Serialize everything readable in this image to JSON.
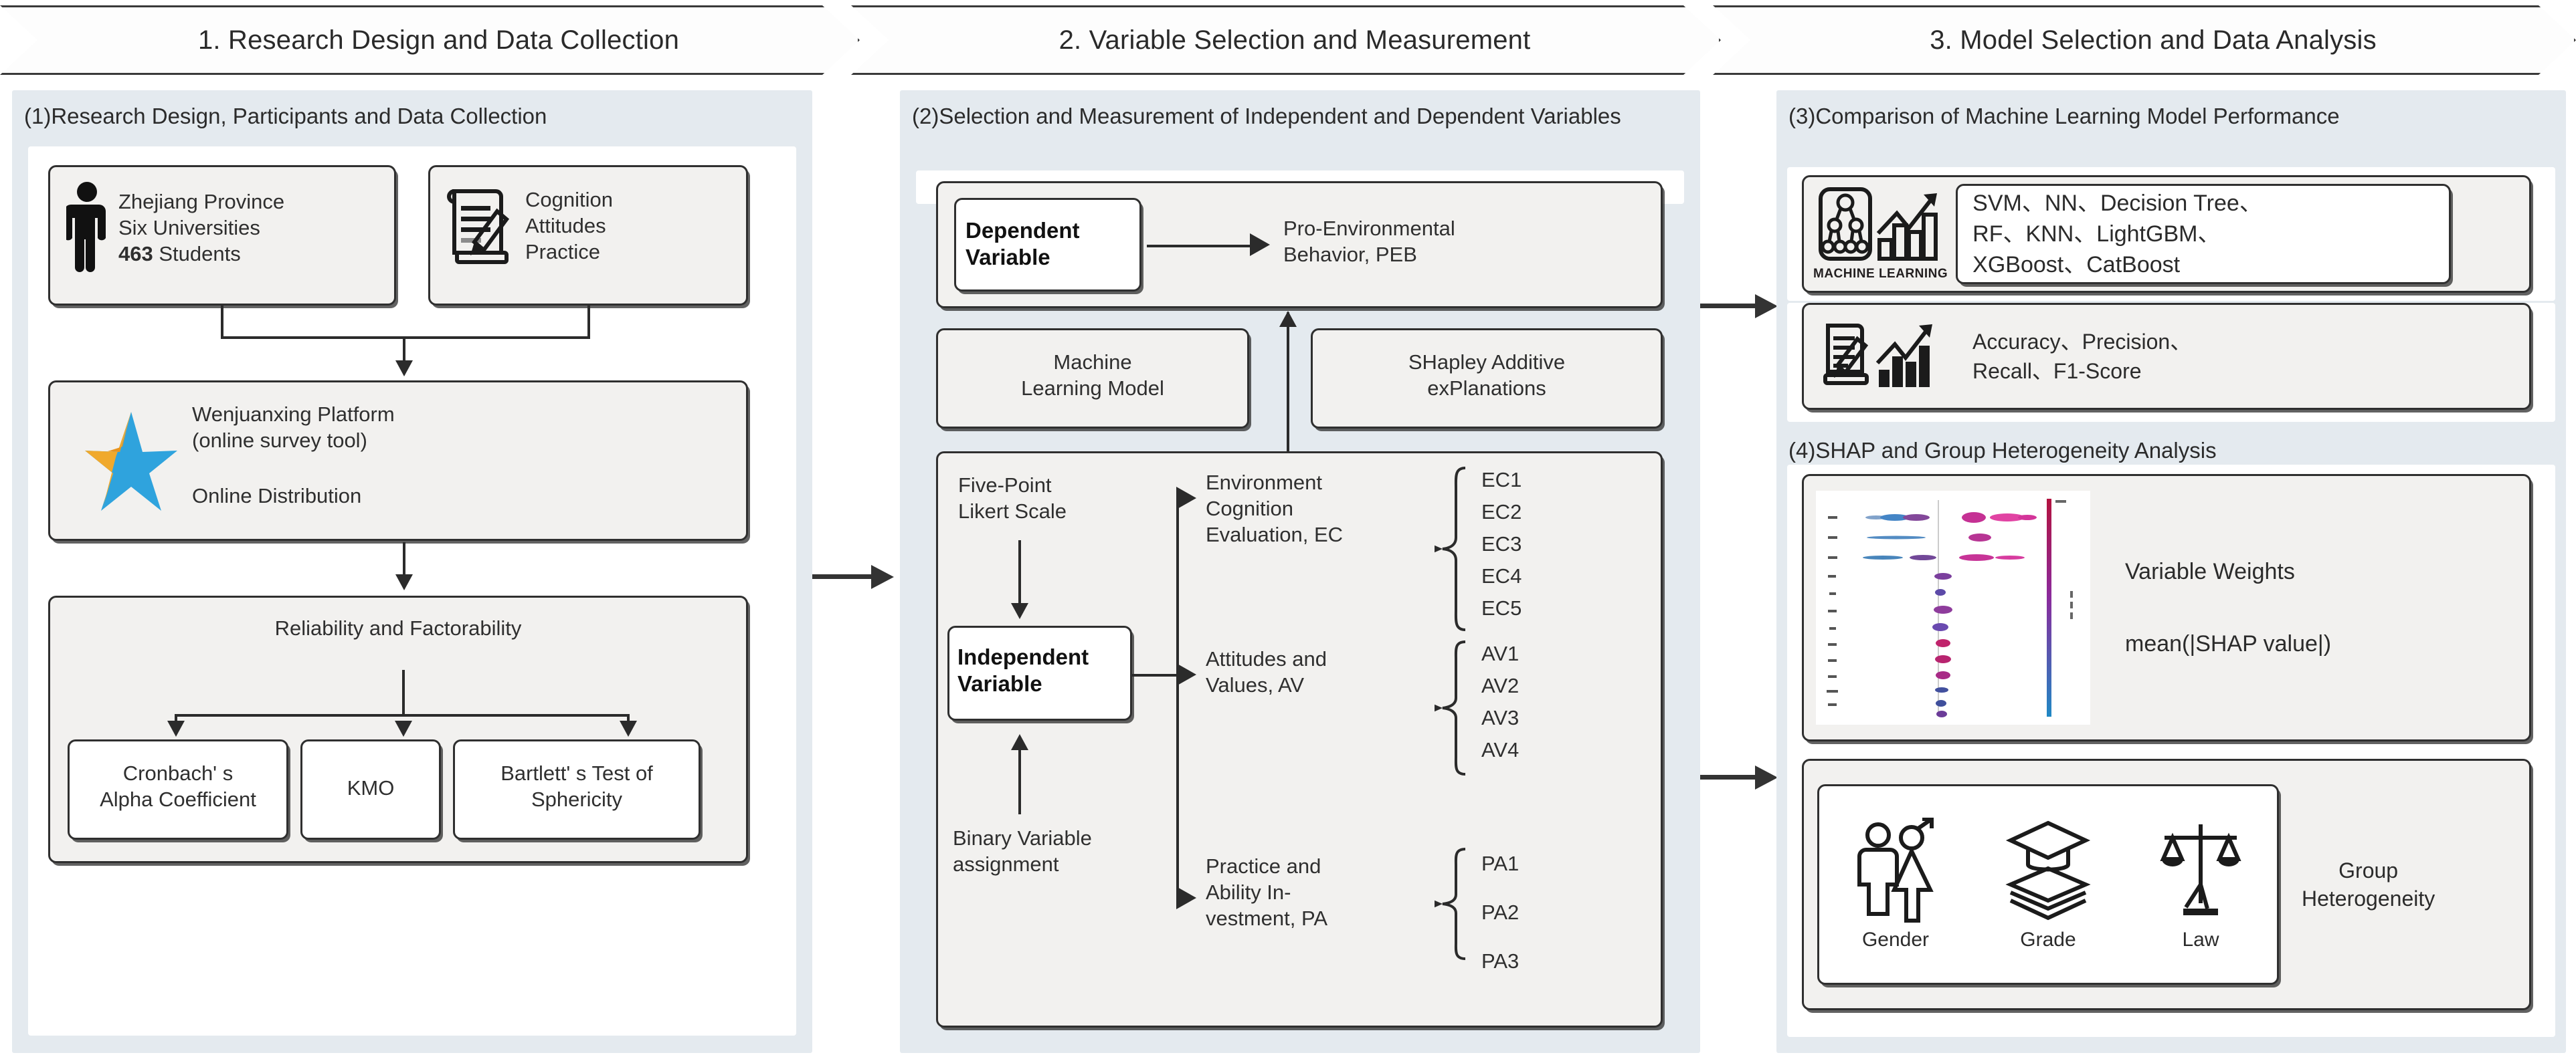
{
  "stages": [
    {
      "label": "1. Research Design and Data Collection"
    },
    {
      "label": "2. Variable Selection and Measurement"
    },
    {
      "label": "3. Model Selection and Data Analysis"
    }
  ],
  "panel1": {
    "title": "(1)Research Design, Participants and Data Collection",
    "participants": {
      "icon": "person-icon",
      "line1": "Zhejiang Province",
      "line2": "Six Universities",
      "count": "463",
      "count_suffix": " Students"
    },
    "instrument": {
      "icon": "survey-document-icon",
      "text": "Cognition\nAttitudes\nPractice"
    },
    "platform": {
      "icon": "wenjuanxing-star-icon",
      "text": "Wenjuanxing Platform\n(online survey tool)",
      "subtext": "Online Distribution"
    },
    "reliability": {
      "title": "Reliability and Factorability",
      "tests": [
        "Cronbach' s\nAlpha Coefficient",
        "KMO",
        "Bartlett' s Test of\nSphericity"
      ]
    }
  },
  "panel2": {
    "title": "(2)Selection and Measurement of Independent and Dependent Variables",
    "dependent": {
      "box_label": "Dependent\nVariable",
      "target": "Pro-Environmental\nBehavior, PEB"
    },
    "methods": [
      "Machine\nLearning Model",
      "SHapley Additive\nexPlanations"
    ],
    "scale_top": "Five-Point\nLikert Scale",
    "scale_bottom": "Binary Variable\nassignment",
    "independent_box_label": "Independent\nVariable",
    "constructs": [
      {
        "name": "Environment\nCognition\nEvaluation, EC",
        "items": [
          "EC1",
          "EC2",
          "EC3",
          "EC4",
          "EC5"
        ]
      },
      {
        "name": "Attitudes and\nValues, AV",
        "items": [
          "AV1",
          "AV2",
          "AV3",
          "AV4"
        ]
      },
      {
        "name": "Practice and\nAbility In-\nvestment, PA",
        "items": [
          "PA1",
          "PA2",
          "PA3"
        ]
      }
    ]
  },
  "panel3": {
    "title3": "(3)Comparison of Machine Learning Model Performance",
    "ml_icon_caption": "MACHINE LEARNING",
    "models": "SVM、NN、Decision Tree、\nRF、KNN、LightGBM、\nXGBoost、CatBoost",
    "metrics": "Accuracy、Precision、\nRecall、F1-Score",
    "title4": "(4)SHAP and Group Heterogeneity Analysis",
    "shap_label_1": "Variable Weights",
    "shap_label_2": "mean(|SHAP value|)",
    "groups": [
      {
        "icon": "gender-icon",
        "label": "Gender"
      },
      {
        "icon": "graduation-books-icon",
        "label": "Grade"
      },
      {
        "icon": "scales-of-justice-icon",
        "label": "Law"
      }
    ],
    "group_label": "Group\nHeterogeneity"
  },
  "colors": {
    "panel_bg": "#e4eaef",
    "box_bg": "#f2f1ef",
    "outline": "#2f2f2f",
    "star_gold": "#f0a92c",
    "star_blue": "#2fa3dd",
    "shap_low": "#1f88c4",
    "shap_high": "#d6299a"
  }
}
